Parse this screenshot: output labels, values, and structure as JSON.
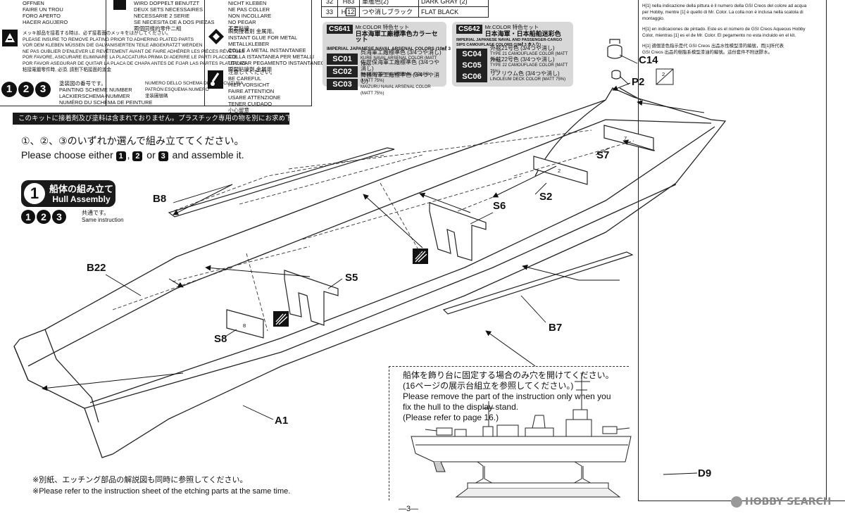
{
  "warnings_left": {
    "items_top": [
      "OFFNEN",
      "FAIRE UN TROU",
      "FORO APERTO",
      "HACER AGUJERO"
    ],
    "plating": [
      "メッキ部品を接着する時は、必ず接着面のメッキをはがしてください。",
      "PLEASE INSURE TO REMOVE PLATING PRIOR TO ADHERING PLATED PARTS",
      "VOR DEM KLEBEN MÜSSEN DIE GALVANISIERTEN TEILE ABGEKRATZT WERDEN",
      "NE PAS OUBLIER D'ENLEVER LE REVÊTEMENT AVANT DE FAIRE ADHÉRER LES PIÈCES RÉVÊTUES",
      "POR FAVORE, ASICURARE ELIMINARE LA PLACCATURA PRIMA DI ADERIRE LE PARTI PLACCATE",
      "POR FAVOR ASEGURAR DE QUITAR LA PLACA DE CHAPA ANTES DE FIJAR LAS PARTES PLATEADAS",
      "粘接電鍍零件時, 必須, 請割下粘接面的渡金"
    ],
    "scheme_title": "塗装図の番号です。",
    "scheme": [
      "PAINTING SCHEME NUMBER",
      "LACKIERSCHEMA-NUMMER",
      "NUMÉRO DU SCHÉMA DE PEINTURE"
    ],
    "scheme_right": [
      "NUMERO DELLO SCHEMA DI VERNICIATURA",
      "PATRÓN ESQUEMA NUMERO",
      "塗装圖號碼"
    ],
    "mid_top": [
      "WIRD DOPPELT BENUTZT",
      "DEUX SETS NECESSAIRES",
      "NECESSARIE 2 SERIE",
      "SE NECESITA DE A DOS PIEZAS",
      "兩個同樣的零件二組"
    ],
    "glue": [
      "NICHT KLEBEN",
      "NE PAS COLLER",
      "NON INCOLLARE",
      "NO PEGAR",
      "不要粘接"
    ],
    "metal": [
      "瞬間接着剤 金属用。",
      "INSTANT GLUE FOR METAL",
      "METALLKLEBER",
      "COLLE A METAL INSTANTANEE",
      "COLLA ISTANTANEA PER METALLI",
      "UTILIZAR PEGAMENTO INSTANTANEO",
      "瞬間粘接劑 金屬用"
    ],
    "careful": [
      "注意してください。",
      "BE CAREFUL",
      "HIER VORSICHT",
      "FAIRE ATTENTION",
      "USARE ATTENZIONE",
      "TENER CUIDADO",
      "小心留意"
    ]
  },
  "paint_table": {
    "rows": [
      {
        "num": "32",
        "code": "H",
        "code_num": "83",
        "jp": "軍艦色(2)",
        "en": "DARK GRAY (2)"
      },
      {
        "num": "33",
        "code": "H",
        "code_num": "12",
        "jp": "つや消しブラック",
        "en": "FLAT BLACK"
      }
    ]
  },
  "cs641": {
    "code": "CS641",
    "brand": "Mr.COLOR 特色セット",
    "title": "日本海軍工廠標準色カラーセット",
    "subtitle": "IMPERIAL JAPANESE NAVAL ARSENAL COLORS (10㎖ 3 本入り)",
    "rows": [
      {
        "code": "SC01",
        "jp": "呉海軍工廠標準色 (3/4つや消し)",
        "en": "KURE NAVAL ARSENAL COLOR (MATT 75%)"
      },
      {
        "code": "SC02",
        "jp": "佐世保海軍工廠標準色 (3/4つや消し)",
        "en": "SASEBO NAVAL ARSENAL COLOR (MATT 75%)"
      },
      {
        "code": "SC03",
        "jp": "舞鶴海軍工廠標準色 (3/4つや消し)",
        "en": "MAIZURU NAVAL ARSENAL COLOR (MATT 75%)"
      }
    ]
  },
  "cs642": {
    "code": "CS642",
    "brand": "Mr.COLOR 特色セット",
    "title": "日本海軍・日本船舶迷彩色",
    "subtitle": "IMPERIAL JAPANESE NAVAL AND PASSENGER-CARGO SIPS CAMOUFLAGE COLORS (10㎖ 3 本入り)",
    "rows": [
      {
        "code": "SC04",
        "jp": "外舷21号色 (3/4つや消し)",
        "en": "TYPE 21 CAMOUFLAGE COLOR (MATT 75%)"
      },
      {
        "code": "SC05",
        "jp": "外舷22号色 (3/4つや消し)",
        "en": "TYPE 22 CAMOUFLAGE COLOR (MATT 75%)"
      },
      {
        "code": "SC06",
        "jp": "リノリウム色 (3/4つや消し)",
        "en": "LINOLEUM DECK COLOR (MATT 75%)"
      }
    ]
  },
  "right_notes": [
    "H[1] nella indicazione della pittura è il numero della GSI Creos del colore ad acqua",
    "per Hobby, mentre [1] è quello di Mr. Color. La colla non è inclusa nella scatola di",
    "montaggio.",
    "H[1] en indicaciones de pintado. Este es el número de GSI Creos Aqueous Hobby",
    "Color, mientras [1] es el de Mr. Color. El pegamento no esta incluido en el kit.",
    "H[1] 適個塗色指示是代 GSI Creos 出品水性模型漆的編號，而[1]所代表",
    "GSI Creos 出品的樹脂系模型漆油的編號。這份套件不附送膠水。"
  ],
  "notice_bar": "このキットに接着剤及び塗料は含まれておりません。プラスチック専用の物を別にお求め下さい。",
  "choose": {
    "jp": "①、②、③のいずれか選んで組み立ててください。",
    "en_prefix": "Please choose either ",
    "n1": "1",
    "n2": "2",
    "n3": "3",
    "en_or": " or ",
    "en_suffix": " and assemble it."
  },
  "step": {
    "number": "1",
    "title_jp": "船体の組み立て",
    "title_en": "Hull Assembly",
    "common_jp": "共通です。",
    "common_en": "Same instruction",
    "nums": [
      "1",
      "2",
      "3"
    ]
  },
  "parts": {
    "B8": "B8",
    "B22": "B22",
    "S6": "S6",
    "S2": "S2",
    "S7": "S7",
    "S5": "S5",
    "S8": "S8",
    "B7": "B7",
    "A1": "A1",
    "C14": "C14",
    "P2": "P2",
    "D9": "D9",
    "stamp_S7": "7",
    "stamp_S2": "2",
    "stamp_S8": "8",
    "stamp_P2": "2"
  },
  "stand_note": {
    "jp1": "船体を飾り台に固定する場合のみ穴を開けてください。",
    "jp2": "(16ページの展示台組立を参照してください。)",
    "en1": "Please remove the part of the instruction only when you",
    "en2": "fix the hull to the display stand.",
    "en3": "(Please refer to page 16.)"
  },
  "footer": {
    "jp": "※別紙、エッチング部品の解説図も同時に参照してください。",
    "en": "※Please refer to the instruction sheet of the etching parts at the same time.",
    "page": "—3—"
  },
  "watermark": "HOBBY SEARCH",
  "colors": {
    "ink": "#111111",
    "panel": "#dddddd",
    "bar": "#1a1a1a"
  }
}
